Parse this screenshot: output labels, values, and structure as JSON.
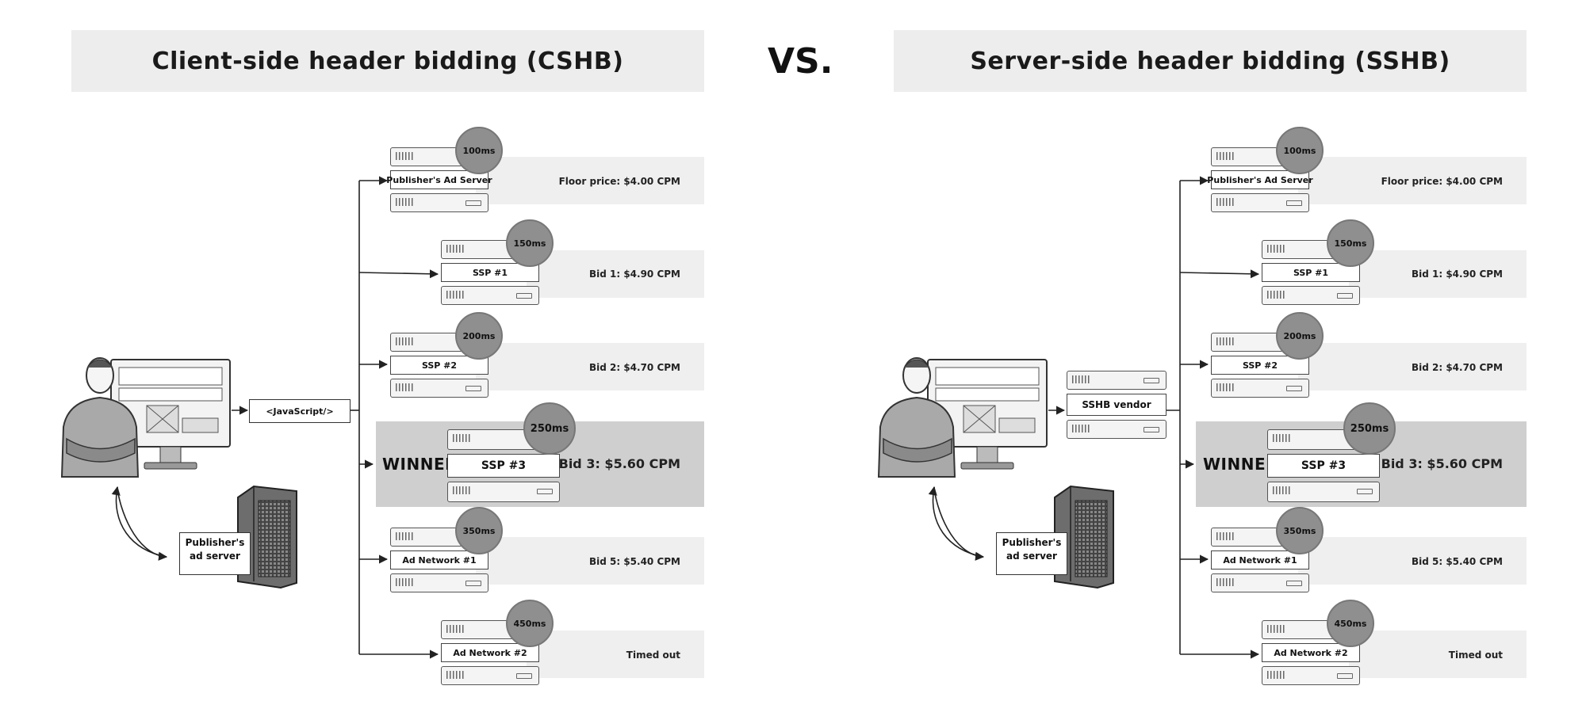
{
  "vs_label": "VS.",
  "panels": {
    "client": {
      "title": "Client-side header bidding (CSHB)",
      "script_tag": "<JavaScript/>",
      "publisher_box": [
        "Publisher's",
        "ad server"
      ],
      "winner_label": "WINNER",
      "rows": [
        {
          "server": "Publisher's Ad Server",
          "latency": "100ms",
          "result": "Floor price: $4.00 CPM"
        },
        {
          "server": "SSP #1",
          "latency": "150ms",
          "result": "Bid 1: $4.90 CPM"
        },
        {
          "server": "SSP #2",
          "latency": "200ms",
          "result": "Bid 2: $4.70 CPM"
        },
        {
          "server": "SSP #3",
          "latency": "250ms",
          "result": "Bid 3: $5.60 CPM"
        },
        {
          "server": "Ad Network #1",
          "latency": "350ms",
          "result": "Bid 5: $5.40 CPM"
        },
        {
          "server": "Ad Network #2",
          "latency": "450ms",
          "result": "Timed out"
        }
      ]
    },
    "server": {
      "title": "Server-side header bidding (SSHB)",
      "vendor": "SSHB vendor",
      "publisher_box": [
        "Publisher's",
        "ad server"
      ],
      "winner_label": "WINNER",
      "rows": [
        {
          "server": "Publisher's Ad Server",
          "latency": "100ms",
          "result": "Floor price: $4.00 CPM"
        },
        {
          "server": "SSP #1",
          "latency": "150ms",
          "result": "Bid 1: $4.90 CPM"
        },
        {
          "server": "SSP #2",
          "latency": "200ms",
          "result": "Bid 2: $4.70 CPM"
        },
        {
          "server": "SSP #3",
          "latency": "250ms",
          "result": "Bid 3: $5.60 CPM"
        },
        {
          "server": "Ad Network #1",
          "latency": "350ms",
          "result": "Bid 5: $5.40 CPM"
        },
        {
          "server": "Ad Network #2",
          "latency": "450ms",
          "result": "Timed out"
        }
      ]
    }
  }
}
